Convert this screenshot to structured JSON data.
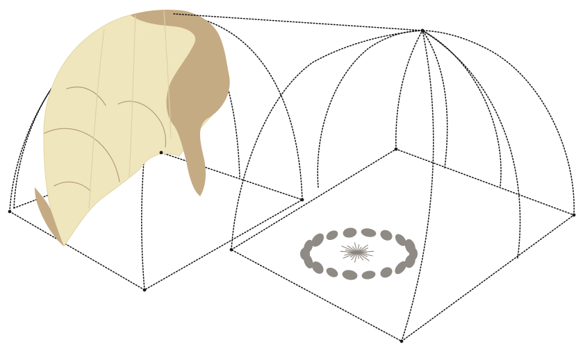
{
  "diagram": {
    "palette": {
      "frame_line": "#1a1a1a",
      "hide_light": "#f0e6bd",
      "hide_dark": "#c5ab83",
      "hearth_stone": "#8f8a84",
      "background": "#ffffff"
    },
    "components": [
      "left-dome-frame",
      "hide-covering",
      "right-dome-frame",
      "connecting-ridge",
      "hearth-stone-ring",
      "fire-embers"
    ],
    "hearth": {
      "stone_count": 18,
      "ember_count": 24
    }
  }
}
